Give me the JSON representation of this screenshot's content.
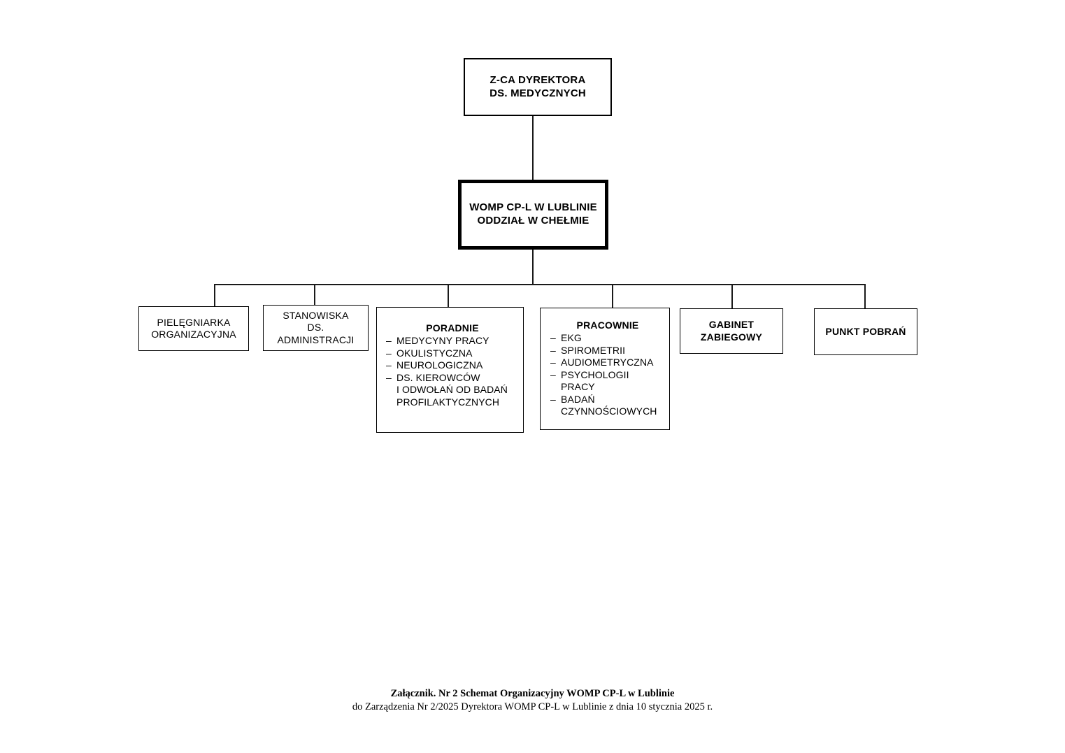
{
  "org": {
    "bullet": "–",
    "director": {
      "label": "Z-CA DYREKTORA\nDS. MEDYCZNYCH"
    },
    "branch": {
      "label": "WOMP CP-L W LUBLINIE\nODDZIAŁ W CHEŁMIE"
    },
    "units": [
      {
        "label": "PIELĘGNIARKA\nORGANIZACYJNA"
      },
      {
        "label": "STANOWISKA\nDS.\nADMINISTRACJI"
      },
      {
        "title": "PORADNIE",
        "items": [
          "MEDYCYNY PRACY",
          "OKULISTYCZNA",
          "NEUROLOGICZNA",
          "DS. KIEROWCÓW\nI ODWOŁAŃ OD BADAŃ\nPROFILAKTYCZNYCH"
        ]
      },
      {
        "title": "PRACOWNIE",
        "items": [
          "EKG",
          "SPIROMETRII",
          "AUDIOMETRYCZNA",
          "PSYCHOLOGII\nPRACY",
          "BADAŃ\nCZYNNOŚCIOWYCH"
        ]
      },
      {
        "label": "GABINET\nZABIEGOWY"
      },
      {
        "label": "PUNKT POBRAŃ"
      }
    ]
  },
  "footer": {
    "line1": "Załącznik. Nr 2 Schemat Organizacyjny WOMP CP-L w Lublinie",
    "line2": "do Zarządzenia Nr 2/2025 Dyrektora WOMP CP-L w Lublinie z dnia 10 stycznia 2025 r."
  },
  "colors": {
    "background": "#ffffff",
    "line": "#1a1a1a",
    "text": "#000000"
  }
}
